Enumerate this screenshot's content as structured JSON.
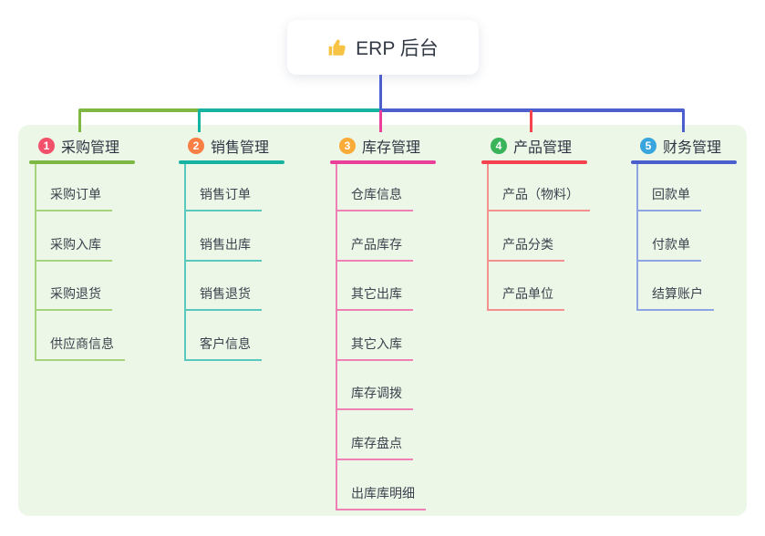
{
  "root": {
    "title": "ERP 后台",
    "icon": "thumbs-up-icon"
  },
  "branches": [
    {
      "index": "1",
      "label": "采购管理",
      "badge_color": "#f3506b",
      "line_color": "#7db843",
      "child_line_color": "#a6d37c",
      "children": [
        "采购订单",
        "采购入库",
        "采购退货",
        "供应商信息"
      ]
    },
    {
      "index": "2",
      "label": "销售管理",
      "badge_color": "#f97f45",
      "line_color": "#16b3a3",
      "child_line_color": "#5ac9bd",
      "children": [
        "销售订单",
        "销售出库",
        "销售退货",
        "客户信息"
      ]
    },
    {
      "index": "3",
      "label": "库存管理",
      "badge_color": "#fbab38",
      "line_color": "#ea3f9b",
      "child_line_color": "#f07fb5",
      "children": [
        "仓库信息",
        "产品库存",
        "其它出库",
        "其它入库",
        "库存调拨",
        "库存盘点",
        "出库库明细"
      ]
    },
    {
      "index": "4",
      "label": "产品管理",
      "badge_color": "#39b45a",
      "line_color": "#f4434e",
      "child_line_color": "#f2918f",
      "children": [
        "产品（物料）",
        "产品分类",
        "产品单位"
      ]
    },
    {
      "index": "5",
      "label": "财务管理",
      "badge_color": "#38a5de",
      "line_color": "#4b60ce",
      "child_line_color": "#8da5e2",
      "children": [
        "回款单",
        "付款单",
        "结算账户"
      ]
    }
  ],
  "colors": {
    "panel_background": "#ecf7e8",
    "root_connector": "#4b60ce",
    "bus_segment_left": "#7db843",
    "bus_segment_middle": "#16b3a3",
    "bus_segment_right": "#4b60ce",
    "thumb_icon": "#f6c344"
  }
}
